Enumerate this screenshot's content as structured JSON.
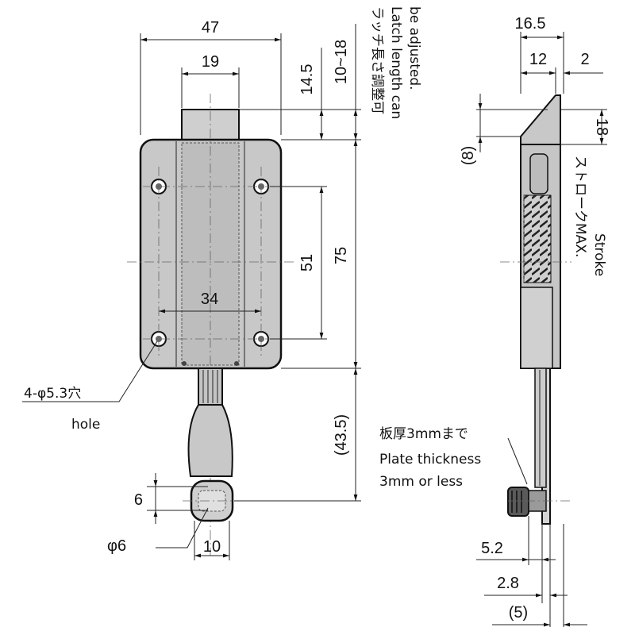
{
  "front_view": {
    "dim_width_body": "47",
    "dim_width_latch": "19",
    "dim_hole_pitch_h": "34",
    "dim_hole_pitch_v": "51",
    "dim_height_body": "75",
    "dim_latch_proj": "14.5",
    "dim_latch_adjust": "10~18",
    "note_latch_jp": "ラッチ長さ調整可",
    "note_latch_en1": "Latch length can",
    "note_latch_en2": "be adjusted.",
    "dim_knob_len": "(43.5)",
    "dim_knob_6": "6",
    "dim_knob_dia": "φ6",
    "dim_knob_w": "10",
    "note_hole_1": "4-φ5.3穴",
    "note_hole_2": "hole"
  },
  "side_view": {
    "dim_total_depth": "16.5",
    "dim_body_depth": "12",
    "dim_flange": "2",
    "dim_bevel": "(8)",
    "dim_stroke_val": "18",
    "note_stroke_jp": "ストロークMAX.",
    "note_stroke_en": "Stroke",
    "note_plate_jp": "板厚3mmまで",
    "note_plate_en1": "Plate thickness",
    "note_plate_en2": "3mm or less",
    "dim_5_2": "5.2",
    "dim_2_8": "2.8",
    "dim_5": "(5)"
  }
}
